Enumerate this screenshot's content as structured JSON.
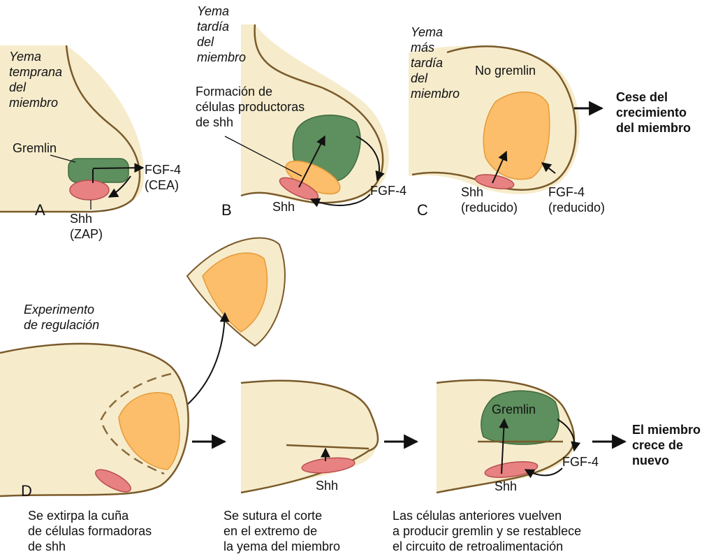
{
  "colors": {
    "tissue": "#F6ECCC",
    "outline": "#7A5A2A",
    "gremlin": "#5E8F5E",
    "gremlin_outline": "#3E6A3E",
    "fgf": "#FCBE6A",
    "fgf_outline": "#E59A3A",
    "shh": "#E88282",
    "shh_outline": "#B94E4E",
    "arrow": "#111111"
  },
  "panel_a": {
    "letter": "A",
    "title": "Yema\ntemprana\ndel\nmiembro",
    "gremlin": "Gremlin",
    "fgf": "FGF-4\n(CEA)",
    "shh": "Shh\n(ZAP)"
  },
  "panel_b": {
    "letter": "B",
    "title": "Yema\ntardía\ndel\nmiembro",
    "formation": "Formación de\ncélulas productoras\nde shh",
    "fgf": "FGF-4",
    "shh": "Shh"
  },
  "panel_c": {
    "letter": "C",
    "title": "Yema\nmás\ntardía\ndel\nmiembro",
    "no_gremlin": "No gremlin",
    "shh": "Shh\n(reducido)",
    "fgf": "FGF-4\n(reducido)",
    "result": "Cese del\ncrecimiento\ndel miembro"
  },
  "panel_d": {
    "letter": "D",
    "title": "Experimento\nde regulación",
    "caption1": "Se extirpa la cuña\nde células formadoras\nde shh",
    "shh2": "Shh",
    "caption2": "Se sutura el corte\nen el extremo de\nla yema del miembro",
    "gremlin": "Gremlin",
    "fgf": "FGF-4",
    "shh3": "Shh",
    "caption3": "Las células anteriores vuelven\na producir gremlin y se restablece\nel circuito de retroalimentación",
    "result": "El miembro\ncrece de\nnuevo"
  }
}
